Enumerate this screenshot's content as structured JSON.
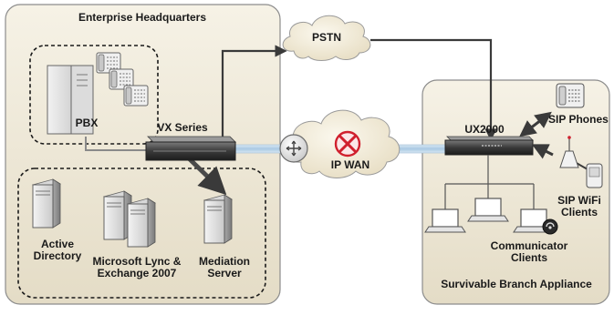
{
  "hq_title": "Enterprise Headquarters",
  "pstn_label": "PSTN",
  "ipwan_label": "IP WAN",
  "pbx_label": "PBX",
  "vx_label": "VX Series",
  "ux_label": "UX2000",
  "sip_phones_label": "SIP Phones",
  "sip_wifi_label": "SIP WiFi\nClients",
  "communicator_label": "Communicator\nClients",
  "branch_title": "Survivable Branch Appliance",
  "ad_label": "Active\nDirectory",
  "lync_label": "Microsoft Lync &\nExchange 2007",
  "mediation_label": "Mediation\nServer",
  "colors": {
    "panel_fill": "#ece7d7",
    "panel_stroke": "#8c8c8c",
    "cloud_fill": "#f1ecd9",
    "arrow": "#3a3a3a",
    "link_blue": "#a9c9e3",
    "fail_red": "#d0202e"
  }
}
